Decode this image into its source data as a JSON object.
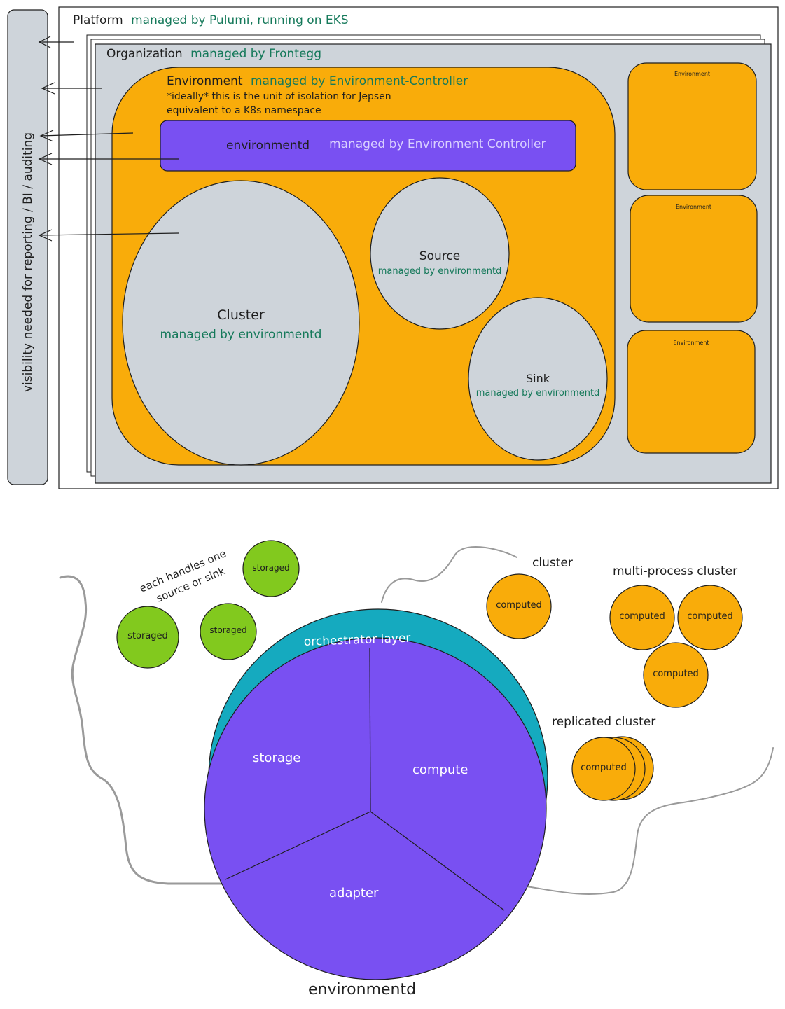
{
  "colors": {
    "orange": "#f9ac0a",
    "gray": "#ced4da",
    "purple": "#7950f2",
    "teal": "#15aabf",
    "green": "#82c91e",
    "green_text": "#15795a",
    "stroke": "#1e1e1e"
  },
  "sidebar": {
    "label": "visibility needed for reporting / BI / auditing"
  },
  "platform": {
    "title": "Platform",
    "managed": "managed by Pulumi, running on EKS"
  },
  "organization": {
    "title": "Organization",
    "managed": "managed by Frontegg"
  },
  "environment": {
    "title": "Environment",
    "managed": "managed by Environment-Controller",
    "note_line1": "*ideally* this is the unit of isolation for Jepsen",
    "note_line2": "equivalent to a K8s namespace"
  },
  "environmentd_bar": {
    "name": "environmentd",
    "managed": "managed by Environment Controller"
  },
  "cluster": {
    "title": "Cluster",
    "managed": "managed by environmentd"
  },
  "source": {
    "title": "Source",
    "managed": "managed by environmentd"
  },
  "sink": {
    "title": "Sink",
    "managed": "managed by environmentd"
  },
  "side_environments": [
    "Environment",
    "Environment",
    "Environment"
  ],
  "lower": {
    "storaged_note_line1": "each handles one",
    "storaged_note_line2": "source or sink",
    "storaged_label": "storaged",
    "computed_label": "computed",
    "cluster_label": "cluster",
    "multi_cluster_label": "multi-process cluster",
    "replicated_cluster_label": "replicated cluster",
    "orchestrator_label": "orchestrator layer",
    "storage_label": "storage",
    "compute_label": "compute",
    "adapter_label": "adapter",
    "environmentd_label": "environmentd"
  }
}
